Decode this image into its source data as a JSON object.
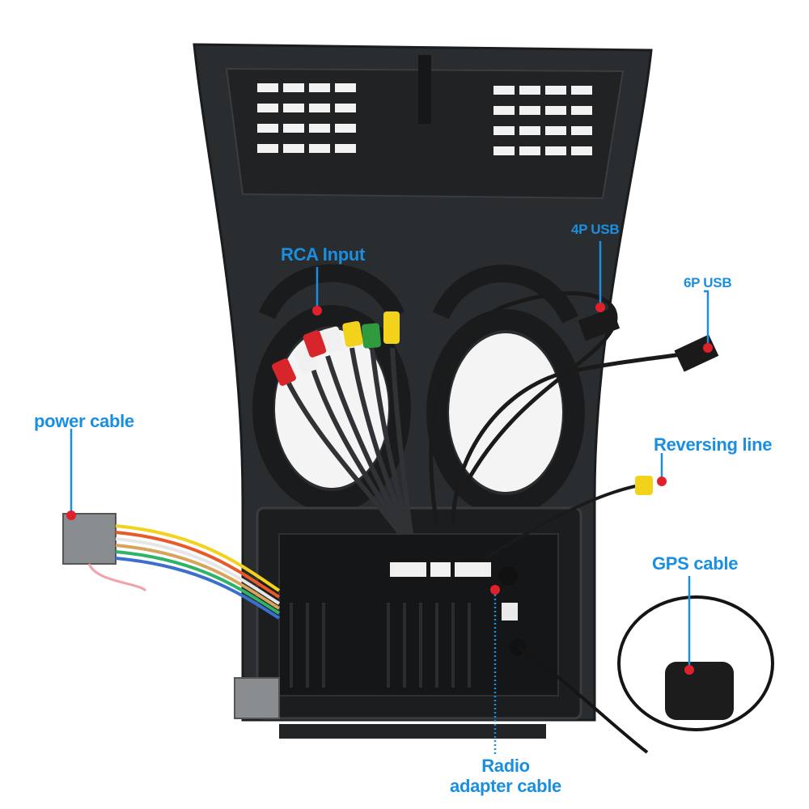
{
  "labels": {
    "rca_input": "RCA Input",
    "usb_4p": "4P USB",
    "usb_6p": "6P USB",
    "power_cable": "power cable",
    "reversing_line": "Reversing line",
    "gps_cable": "GPS cable",
    "radio_adapter_line1": "Radio",
    "radio_adapter_line2": "adapter cable"
  },
  "colors": {
    "callout": "#1a8fe0",
    "pin": "#e0202a",
    "frame": "#2a2d30"
  }
}
